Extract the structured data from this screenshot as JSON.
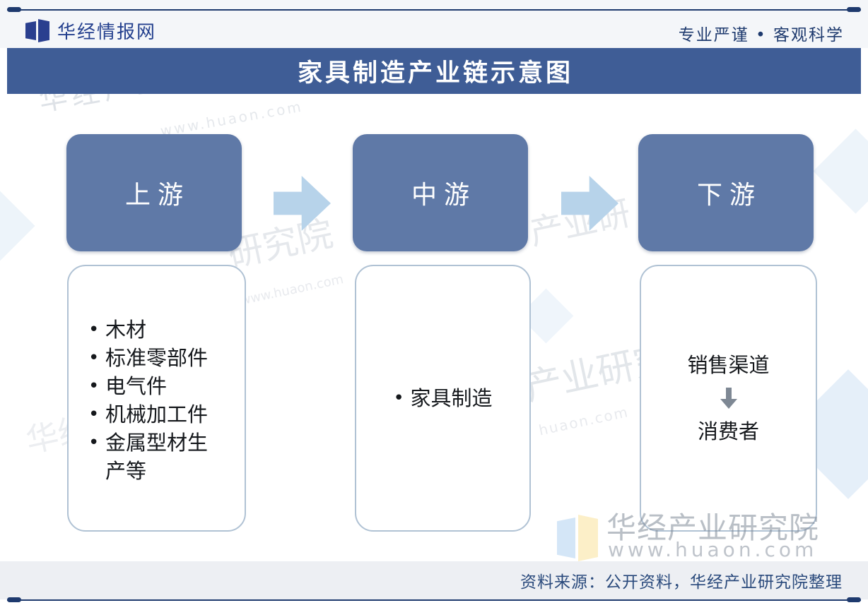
{
  "brand": {
    "logo_text": "华经情报网",
    "tagline": "专业严谨 • 客观科学"
  },
  "title_bar": {
    "title": "家具制造产业链示意图"
  },
  "diagram": {
    "bullet": "•",
    "stages": [
      {
        "label": "上游"
      },
      {
        "label": "中游"
      },
      {
        "label": "下游"
      }
    ],
    "upstream_items": [
      "木材",
      "标准零部件",
      "电气件",
      "机械加工件",
      "金属型材生产等"
    ],
    "midstream_items": [
      "家具制造"
    ],
    "downstream_flow": [
      "销售渠道",
      "消费者"
    ]
  },
  "footer": {
    "source": "资料来源：公开资料，华经产业研究院整理"
  },
  "watermark": {
    "brand_name": "华经产业研究院",
    "url": "www.huaon.com",
    "url_short": "huaon.com",
    "fragment_research": "研究院",
    "fragment_industry": "产业研",
    "fragment_industry_research": "产业研究院",
    "fragment_huajing": "华经"
  },
  "colors": {
    "accent_navy": "#1e3a6e",
    "logo_blue": "#24408e",
    "title_bar_blue": "#3f5d96",
    "stage_box_blue": "#5f79a7",
    "arrow_light_blue": "#b7d3ea",
    "content_box_border": "#b0c2d4",
    "footer_bg": "#edeff3",
    "body_text": "#15181c",
    "watermark_gray": "#8c9aab",
    "watermark_logo_blue": "#cfe3f6",
    "watermark_logo_yellow": "#fcedc2"
  }
}
